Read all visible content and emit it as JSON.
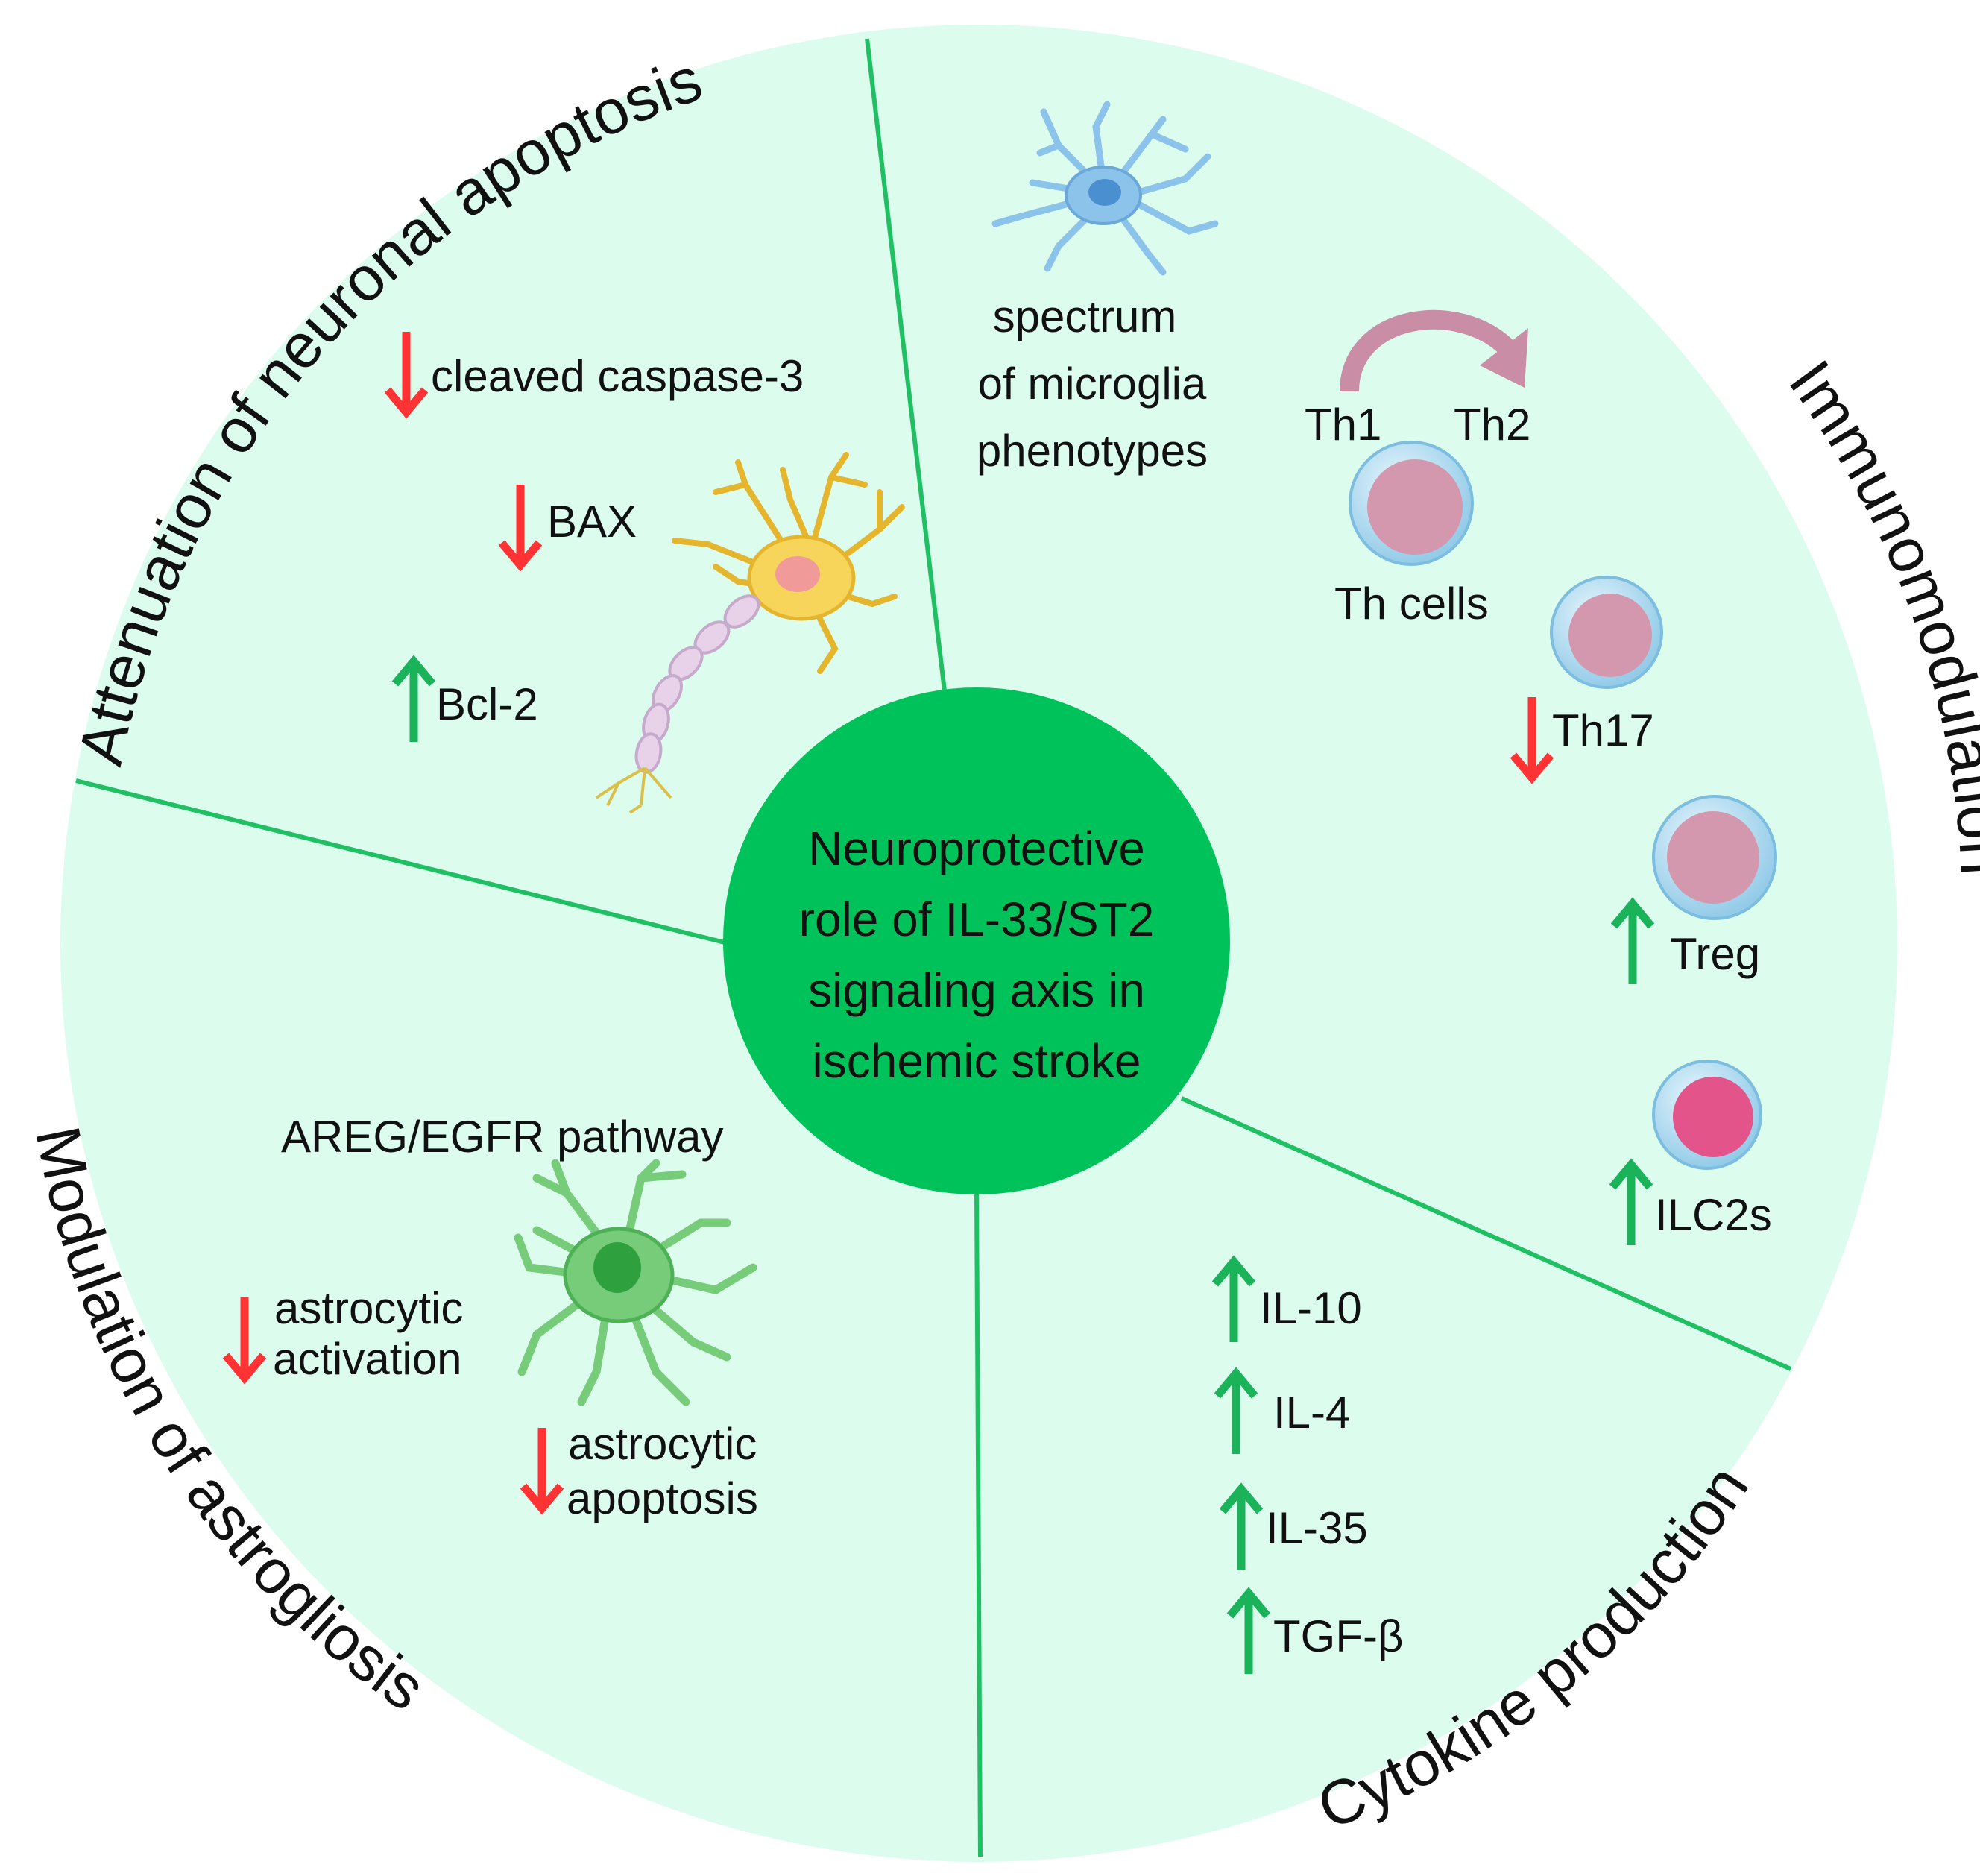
{
  "colors": {
    "background_circle": "#dcfcee",
    "divider_line": "#1fc063",
    "center_circle": "#00c25a",
    "arrow_up": "#1ab35a",
    "arrow_down": "#ff3333",
    "microglia": "#8cc3ea",
    "neuron": "#f6d55a",
    "astrocyte": "#77cc7a",
    "t_cell_membrane": "#a6d7f0",
    "t_cell_nucleus": "#d398ad",
    "ilc2_nucleus": "#e2548a",
    "curved_arrow": "#c98da6"
  },
  "center": {
    "line1": "Neuroprotective",
    "line2": "role of IL-33/ST2",
    "line3": "signaling axis in",
    "line4": "ischemic stroke"
  },
  "sections": {
    "neuronal_apoptosis": {
      "title": "Attenuation of neuronal apoptosis",
      "items": [
        {
          "direction": "down",
          "label": "cleaved caspase-3"
        },
        {
          "direction": "down",
          "label": "BAX"
        },
        {
          "direction": "up",
          "label": "Bcl-2"
        }
      ],
      "icon": "neuron-icon"
    },
    "immunomodulation": {
      "title": "Immunomodulation",
      "microglia_line1": "spectrum",
      "microglia_line2": "of microglia",
      "microglia_line3": "phenotypes",
      "th1": "Th1",
      "th2": "Th2",
      "th_cells": "Th cells",
      "items": [
        {
          "direction": "down",
          "label": "Th17"
        },
        {
          "direction": "up",
          "label": "Treg"
        },
        {
          "direction": "up",
          "label": "ILC2s"
        }
      ]
    },
    "cytokine_production": {
      "title": "Cytokine production",
      "items": [
        {
          "direction": "up",
          "label": "IL-10"
        },
        {
          "direction": "up",
          "label": "IL-4"
        },
        {
          "direction": "up",
          "label": "IL-35"
        },
        {
          "direction": "up",
          "label": "TGF-β"
        }
      ]
    },
    "astrogliosis": {
      "title": "Modulation of astrogliosis",
      "pathway": "AREG/EGFR pathway",
      "activation_line1": "astrocytic",
      "activation_line2": "activation",
      "apoptosis_line1": "astrocytic",
      "apoptosis_line2": "apoptosis",
      "activation_direction": "down",
      "apoptosis_direction": "down"
    }
  }
}
